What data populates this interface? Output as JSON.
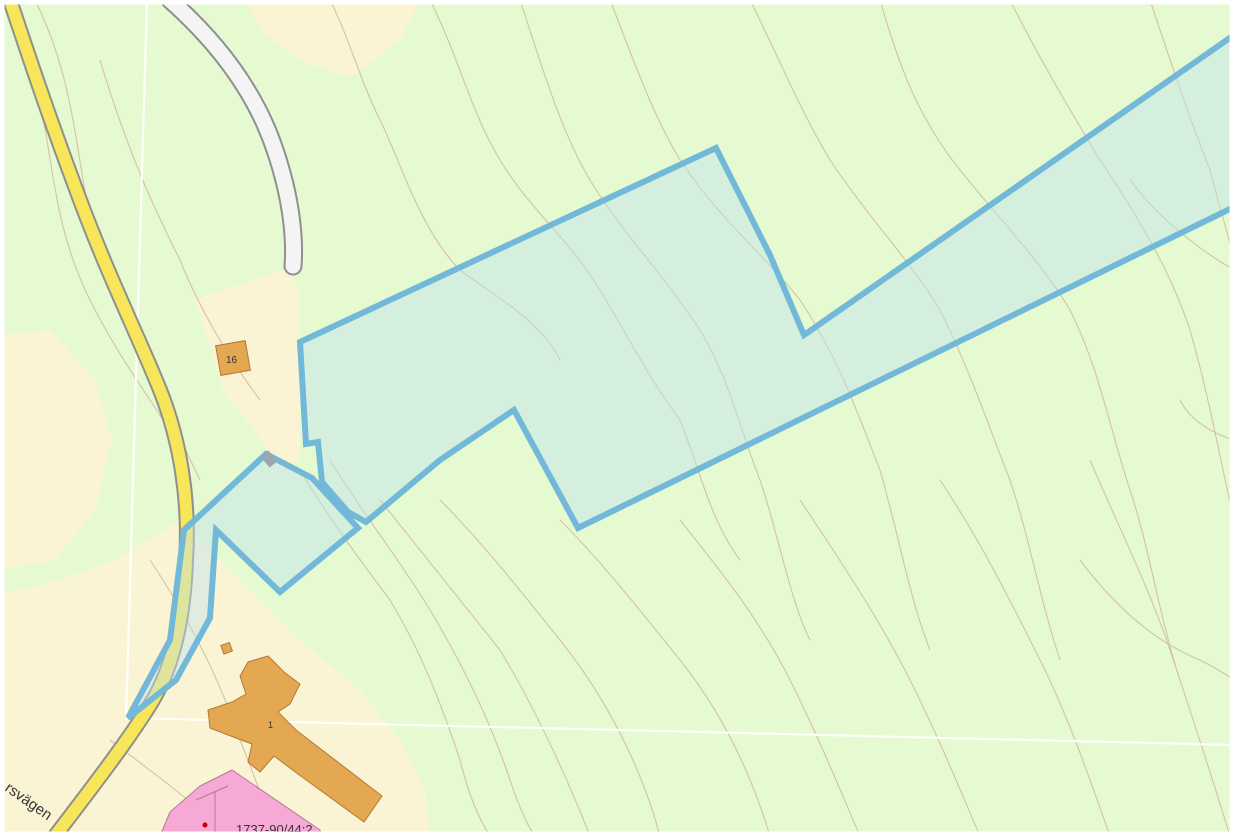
{
  "map": {
    "building_labels": {
      "house_16": "16",
      "main_building": "1"
    },
    "road_label": "rsvägen",
    "parcel_label": "1737-90/44:2",
    "colors": {
      "forest": "#e6fad2",
      "open_land": "#fbf4d4",
      "road_main": "#f7e65a",
      "road_casing": "#8f8f8f",
      "road_minor": "#f4f4f4",
      "contour": "#d4c2a2",
      "building": "#e5a852",
      "building_outline": "#b07a34",
      "special_building": "#f6a9d4",
      "area_outline": "#72b8d9",
      "area_fill": "#bfe3ee",
      "grid_line": "#ffffff",
      "frame": "#ffffff"
    },
    "icons": {
      "marker": "point-marker-icon"
    }
  }
}
